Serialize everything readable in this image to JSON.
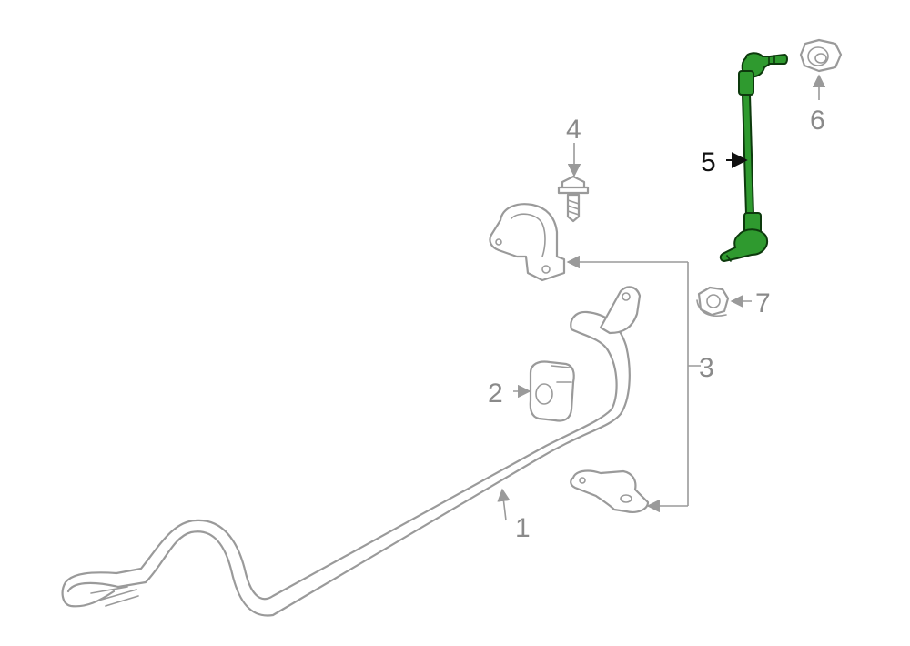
{
  "diagram": {
    "highlight_color": "#2f9a2f",
    "line_color": "#9a9a9a",
    "parts": [
      {
        "label": "1"
      },
      {
        "label": "2"
      },
      {
        "label": "3"
      },
      {
        "label": "4"
      },
      {
        "label": "5",
        "highlighted": true
      },
      {
        "label": "6"
      },
      {
        "label": "7"
      }
    ]
  }
}
